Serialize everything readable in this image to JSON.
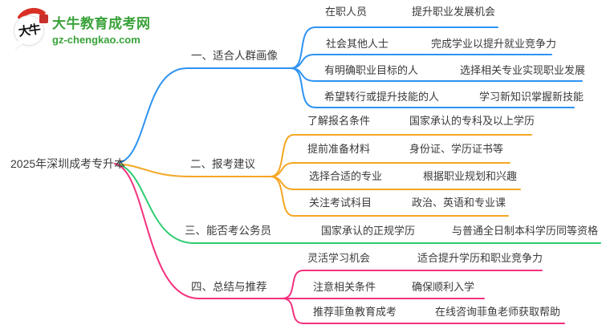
{
  "logo": {
    "icon_text": "大牛",
    "site_name": "大牛教育成考网",
    "domain": "gz-chengkao.com"
  },
  "root": {
    "label": "2025年深圳成考专升本"
  },
  "colors": {
    "branch_blue": "#2f93f2",
    "branch_orange": "#f5a623",
    "branch_green": "#2ecc71",
    "branch_pink": "#f5317f",
    "logo_green": "#3aa23a",
    "logo_red": "#d93025",
    "text": "#3a3a3a"
  },
  "branches": [
    {
      "title": "一、适合人群画像",
      "color": "#2f93f2",
      "items": [
        {
          "label": "在职人员",
          "desc": "提升职业发展机会"
        },
        {
          "label": "社会其他人士",
          "desc": "完成学业以提升就业竞争力"
        },
        {
          "label": "有明确职业目标的人",
          "desc": "选择相关专业实现职业发展"
        },
        {
          "label": "希望转行或提升技能的人",
          "desc": "学习新知识掌握新技能"
        }
      ]
    },
    {
      "title": "二、报考建议",
      "color": "#f5a623",
      "items": [
        {
          "label": "了解报名条件",
          "desc": "国家承认的专科及以上学历"
        },
        {
          "label": "提前准备材料",
          "desc": "身份证、学历证书等"
        },
        {
          "label": "选择合适的专业",
          "desc": "根据职业规划和兴趣"
        },
        {
          "label": "关注考试科目",
          "desc": "政治、英语和专业课"
        }
      ]
    },
    {
      "title": "三、能否考公务员",
      "color": "#2ecc71",
      "items": [
        {
          "label": "国家承认的正规学历",
          "desc": "与普通全日制本科学历同等资格"
        }
      ]
    },
    {
      "title": "四、总结与推荐",
      "color": "#f5317f",
      "items": [
        {
          "label": "灵活学习机会",
          "desc": "适合提升学历和职业竞争力"
        },
        {
          "label": "注意相关条件",
          "desc": "确保顺利入学"
        },
        {
          "label": "推荐菲鱼教育成考",
          "desc": "在线咨询菲鱼老师获取帮助"
        }
      ]
    }
  ]
}
